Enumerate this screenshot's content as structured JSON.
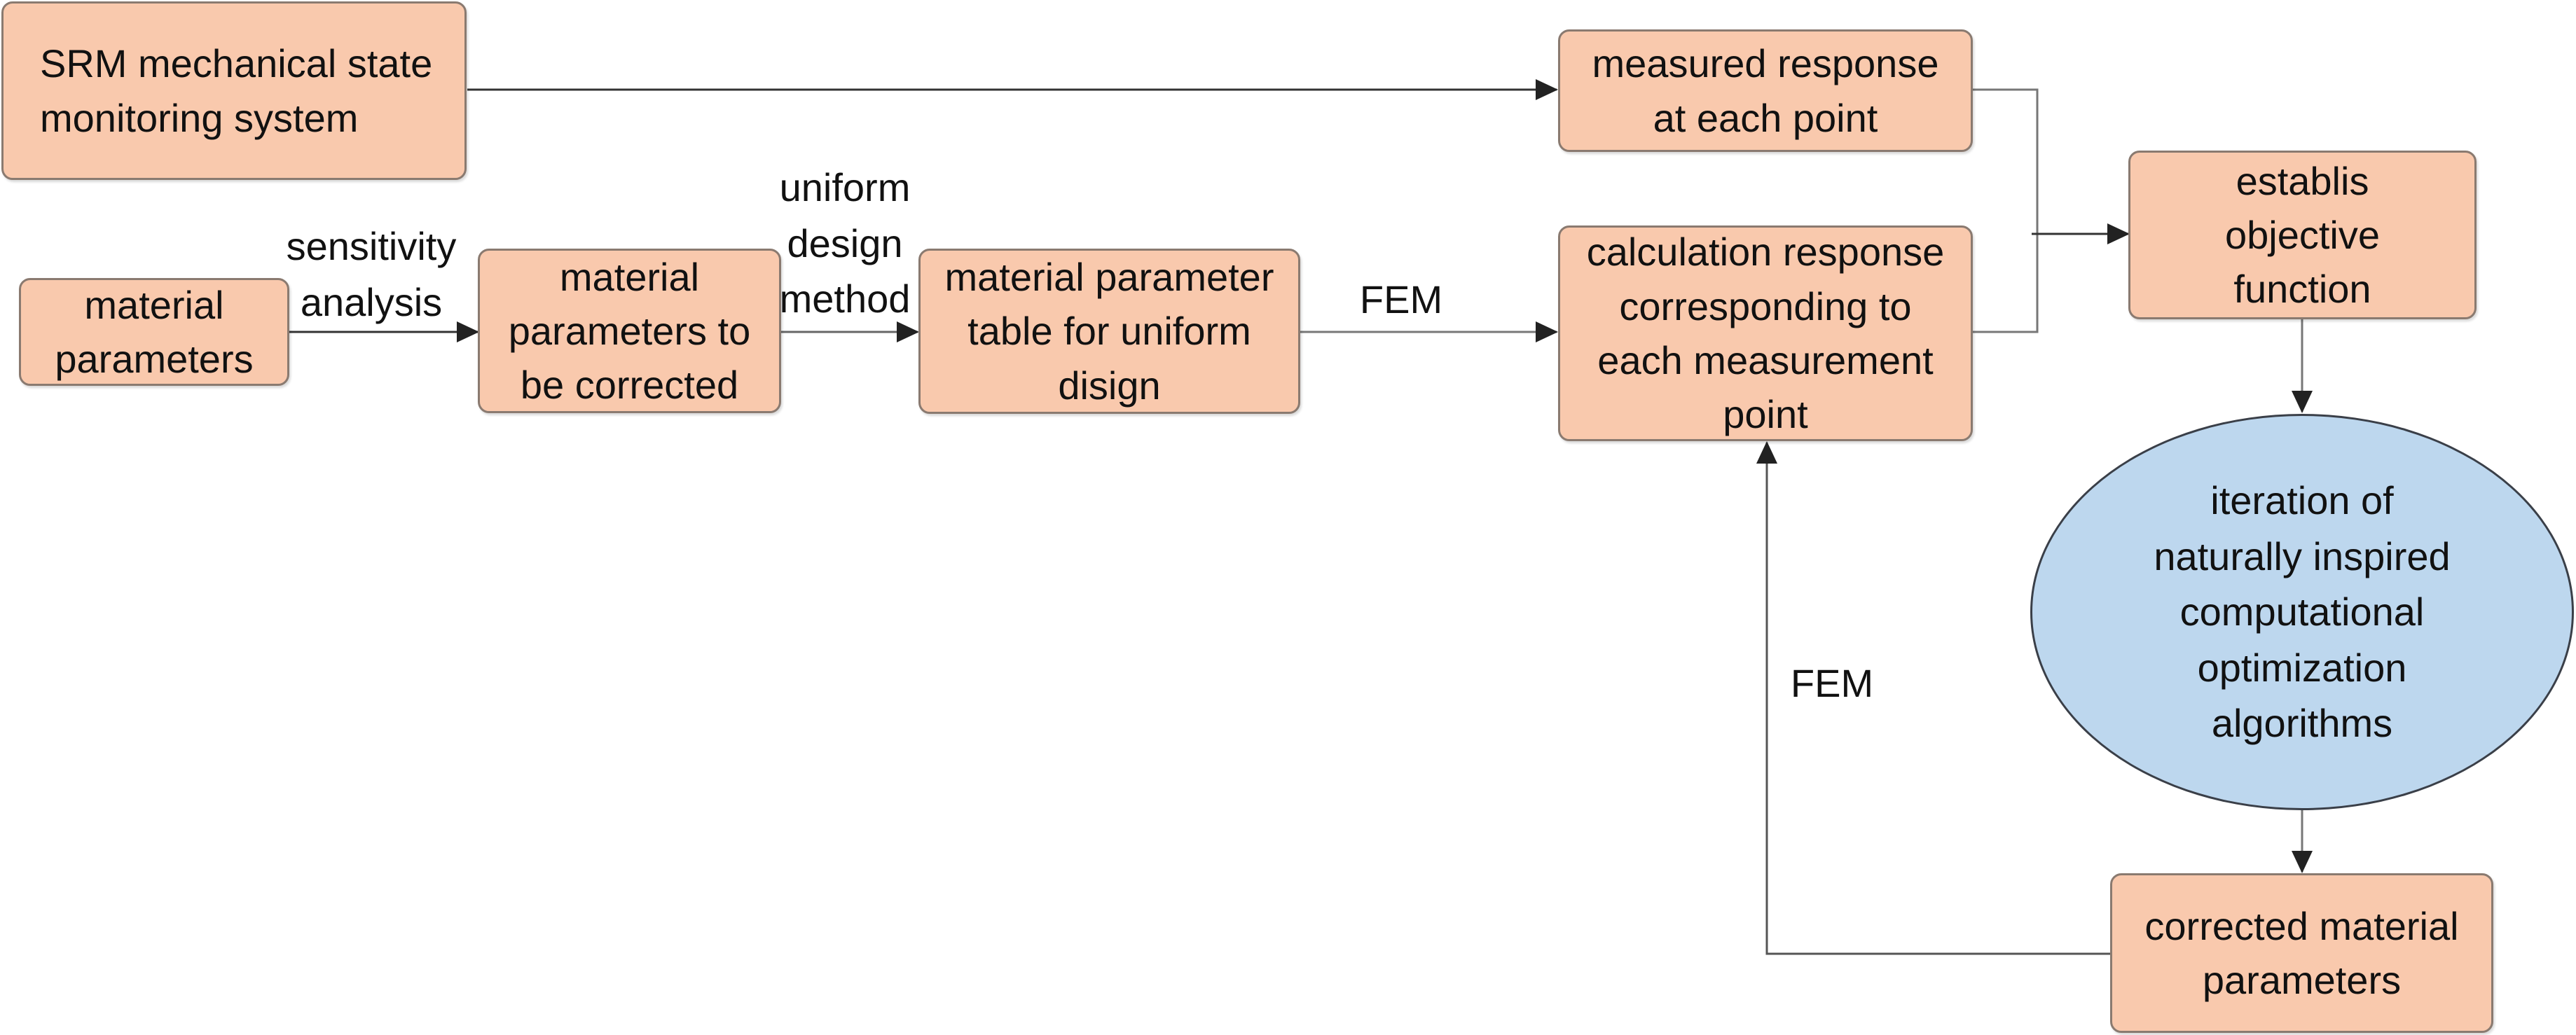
{
  "nodes": {
    "srm_system": "SRM mechanical state\nmonitoring system",
    "measured_response": "measured response\nat each point",
    "material_parameters": "material\nparameters",
    "params_to_correct": "material\nparameters to\nbe corrected",
    "param_table": "material parameter\ntable for uniform\ndisign",
    "calculation_response": "calculation response\ncorresponding to\neach measurement\npoint",
    "objective_function": "establis\nobjective\nfunction",
    "optimization": "iteration of\nnaturally inspired\ncomputational\noptimization\nalgorithms",
    "corrected_params": "corrected material\nparameters"
  },
  "edge_labels": {
    "sensitivity": "sensitivity\nanalysis",
    "uniform_design": "uniform\ndesign\nmethod",
    "fem_forward": "FEM",
    "fem_feedback": "FEM"
  },
  "colors": {
    "box_fill": "#f9c9ad",
    "box_border": "#8a7a70",
    "ellipse_fill": "#bdd7ee",
    "ellipse_border": "#3a3f48",
    "arrow": "#333333"
  }
}
